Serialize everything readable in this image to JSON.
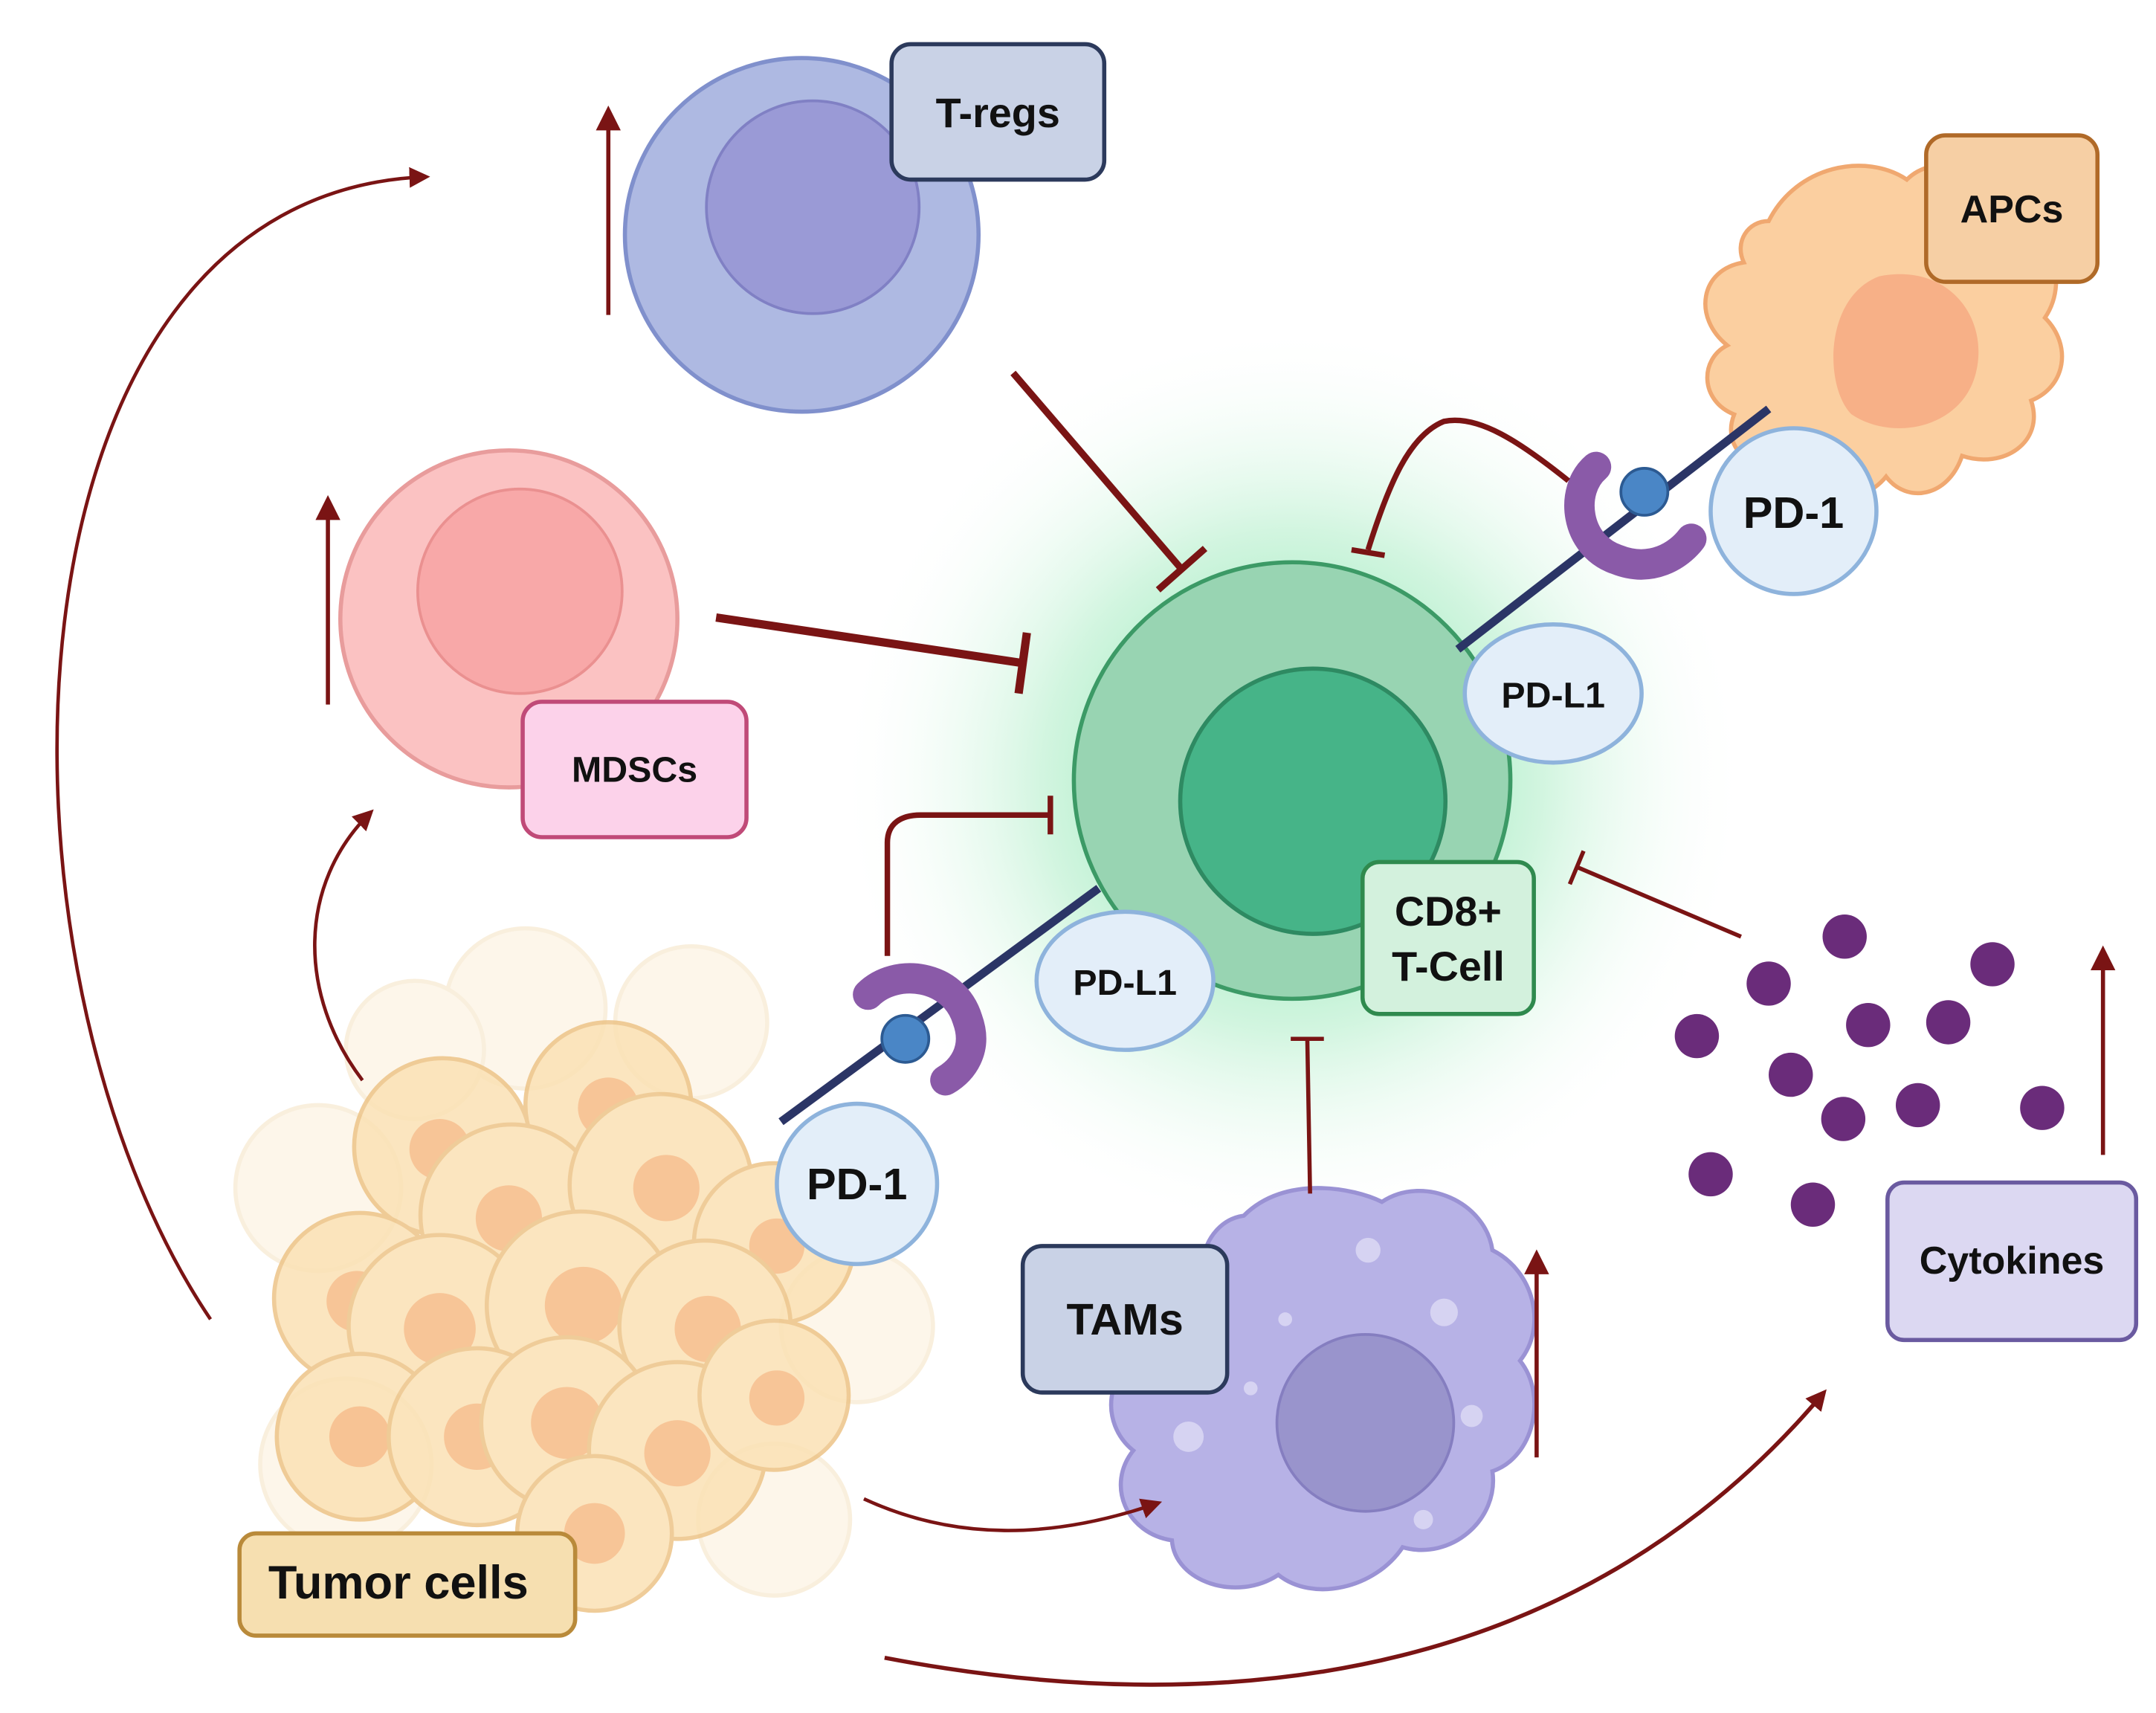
{
  "labels": {
    "tregs": "T-regs",
    "apcs": "APCs",
    "mdscs": "MDSCs",
    "pd1_apc": "PD-1",
    "pdl1_top": "PD-L1",
    "cd8_line1": "CD8+",
    "cd8_line2": "T-Cell",
    "pdl1_bottom": "PD-L1",
    "pd1_tumor": "PD-1",
    "tams": "TAMs",
    "cytokines": "Cytokines",
    "tumor_cells": "Tumor cells"
  },
  "colors": {
    "arrow": "#7a1414",
    "receptor": "#8a5aa8",
    "ligand_stalk": "#2b3566",
    "ligand_ball": "#4a86c6",
    "cytokine": "#6a2c7a"
  },
  "icons": {
    "increase": "up-arrow-icon",
    "inhibition": "t-bar-inhibit-icon",
    "promotion": "curved-arrow-icon"
  }
}
